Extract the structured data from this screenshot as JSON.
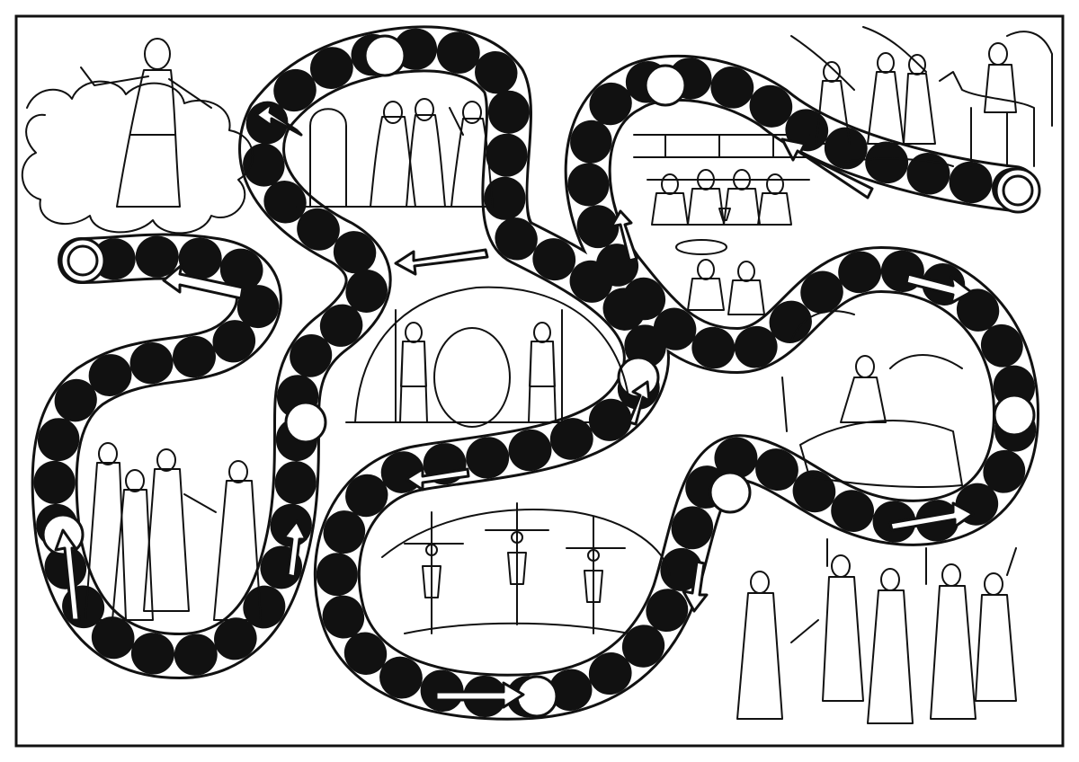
{
  "game": {
    "type": "board-game-path",
    "style": "line-art coloring page",
    "ink_color": "#111111",
    "paper_color": "#ffffff",
    "scenes": [
      {
        "id": "ascension",
        "icon": "ascension-scene-icon"
      },
      {
        "id": "empty-tomb-women",
        "icon": "women-at-tomb-icon"
      },
      {
        "id": "triumphal-entry",
        "icon": "donkey-entry-icon"
      },
      {
        "id": "last-supper",
        "icon": "last-supper-icon"
      },
      {
        "id": "disciples-meeting",
        "icon": "disciples-group-icon"
      },
      {
        "id": "sealed-tomb-guards",
        "icon": "guarded-tomb-icon"
      },
      {
        "id": "gethsemane-prayer",
        "icon": "praying-rock-icon"
      },
      {
        "id": "crucifixion",
        "icon": "three-crosses-icon"
      },
      {
        "id": "arrest",
        "icon": "arrest-torches-icon"
      }
    ],
    "path": {
      "start_space": "start-circle",
      "finish_space": "finish-circle",
      "direction_arrows": true
    }
  }
}
